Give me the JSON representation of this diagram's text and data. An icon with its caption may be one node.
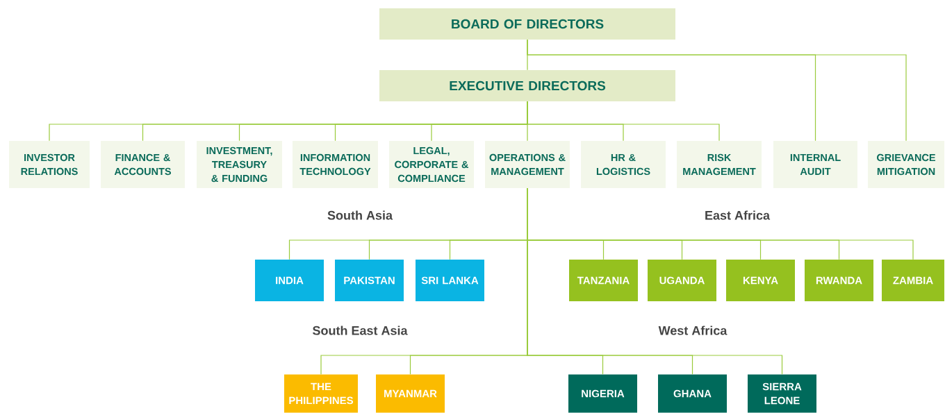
{
  "diagram": {
    "nodes": [
      {
        "text": [
          "BOARD OF DIRECTORS"
        ]
      },
      {
        "text": [
          "EXECUTIVE DIRECTORS"
        ]
      },
      {
        "text": [
          "INVESTOR RELATIONS"
        ]
      },
      {
        "text": [
          "FINANCE & ACCOUNTS"
        ]
      },
      {
        "text": [
          "INVESTMENT, TREASURY & FUNDING"
        ]
      },
      {
        "text": [
          "INFORMATION TECHNOLOGY"
        ]
      },
      {
        "text": [
          "LEGAL, CORPORATE & COMPLIANCE"
        ]
      },
      {
        "text": [
          "OPERATIONS & MANAGEMENT"
        ]
      },
      {
        "text": [
          "HR & LOGISTICS"
        ]
      },
      {
        "text": [
          "RISK MANAGEMENT"
        ]
      },
      {
        "text": [
          "INTERNAL AUDIT"
        ]
      },
      {
        "text": [
          "GRIEVANCE MITIGATION"
        ]
      },
      {
        "text": [
          "INDIA"
        ]
      },
      {
        "text": [
          "PAKISTAN"
        ]
      },
      {
        "text": [
          "SRI LANKA"
        ]
      },
      {
        "text": [
          "TANZANIA"
        ]
      },
      {
        "text": [
          "UGANDA"
        ]
      },
      {
        "text": [
          "KENYA"
        ]
      },
      {
        "text": [
          "RWANDA"
        ]
      },
      {
        "text": [
          "ZAMBIA"
        ]
      },
      {
        "text": [
          "THE PHILIPPINES"
        ]
      },
      {
        "text": [
          "MYANMAR"
        ]
      },
      {
        "text": [
          "NIGERIA"
        ]
      },
      {
        "text": [
          "GHANA"
        ]
      },
      {
        "text": [
          "SIERRA LEONE"
        ]
      }
    ],
    "edges": [
      {
        "from": 0,
        "to": 1,
        "arrow": "none"
      },
      {
        "from": 0,
        "to": 10,
        "arrow": "none"
      },
      {
        "from": 0,
        "to": 11,
        "arrow": "none"
      },
      {
        "from": 1,
        "to": 2,
        "arrow": "none"
      },
      {
        "from": 1,
        "to": 3,
        "arrow": "none"
      },
      {
        "from": 1,
        "to": 4,
        "arrow": "none"
      },
      {
        "from": 1,
        "to": 5,
        "arrow": "none"
      },
      {
        "from": 1,
        "to": 6,
        "arrow": "none"
      },
      {
        "from": 1,
        "to": 7,
        "arrow": "none"
      },
      {
        "from": 1,
        "to": 8,
        "arrow": "none"
      },
      {
        "from": 1,
        "to": 9,
        "arrow": "none"
      },
      {
        "from": 7,
        "to": 12,
        "arrow": "none"
      },
      {
        "from": 7,
        "to": 13,
        "arrow": "none"
      },
      {
        "from": 7,
        "to": 14,
        "arrow": "none"
      },
      {
        "from": 7,
        "to": 15,
        "arrow": "none"
      },
      {
        "from": 7,
        "to": 16,
        "arrow": "none"
      },
      {
        "from": 7,
        "to": 17,
        "arrow": "none"
      },
      {
        "from": 7,
        "to": 18,
        "arrow": "none"
      },
      {
        "from": 7,
        "to": 19,
        "arrow": "none"
      },
      {
        "from": 7,
        "to": 20,
        "arrow": "none"
      },
      {
        "from": 7,
        "to": 21,
        "arrow": "none"
      },
      {
        "from": 7,
        "to": 22,
        "arrow": "none"
      },
      {
        "from": 7,
        "to": 23,
        "arrow": "none"
      },
      {
        "from": 7,
        "to": 24,
        "arrow": "none"
      }
    ],
    "labels": [
      "South Asia",
      "East Africa",
      "South East Asia",
      "West Africa"
    ]
  }
}
